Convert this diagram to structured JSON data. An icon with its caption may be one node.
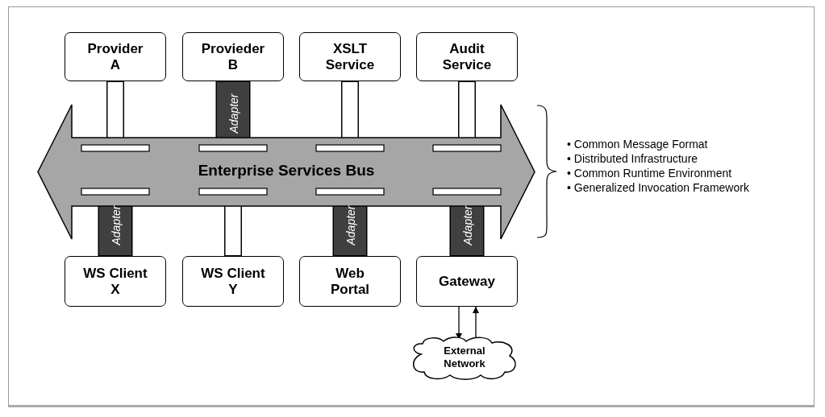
{
  "diagram": {
    "nodes": [
      {
        "text": [
          "Provider A"
        ]
      },
      {
        "text": [
          "Provieder B"
        ]
      },
      {
        "text": [
          "XSLT Service"
        ]
      },
      {
        "text": [
          "Audit Service"
        ]
      },
      {
        "text": [
          "Enterprise Services Bus"
        ]
      },
      {
        "text": [
          "WS Client X"
        ]
      },
      {
        "text": [
          "WS Client Y"
        ]
      },
      {
        "text": [
          "Web Portal"
        ]
      },
      {
        "text": [
          "Gateway"
        ]
      },
      {
        "text": [
          "External Network"
        ]
      }
    ],
    "edges": [
      {
        "from": 0,
        "to": 4,
        "arrow": "none",
        "color": "#ffffff"
      },
      {
        "from": 1,
        "to": 4,
        "arrow": "none",
        "style": "thick",
        "color": "#404040",
        "label": "Adapter"
      },
      {
        "from": 2,
        "to": 4,
        "arrow": "none",
        "color": "#ffffff"
      },
      {
        "from": 3,
        "to": 4,
        "arrow": "none",
        "color": "#ffffff"
      },
      {
        "from": 4,
        "to": 5,
        "arrow": "none",
        "style": "thick",
        "color": "#404040",
        "label": "Adapter"
      },
      {
        "from": 4,
        "to": 6,
        "arrow": "none",
        "color": "#ffffff"
      },
      {
        "from": 4,
        "to": 7,
        "arrow": "none",
        "style": "thick",
        "color": "#404040",
        "label": "Adapter"
      },
      {
        "from": 4,
        "to": 8,
        "arrow": "none",
        "style": "thick",
        "color": "#404040",
        "label": "Adapter"
      },
      {
        "from": 8,
        "to": 9,
        "arrow": "to",
        "color": "#000000"
      },
      {
        "from": 9,
        "to": 8,
        "arrow": "to",
        "color": "#000000"
      }
    ],
    "labels": [
      "• Common Message Format",
      "• Distributed Infrastructure",
      "• Common Runtime Environment",
      "• Generalized Invocation Framework"
    ]
  }
}
